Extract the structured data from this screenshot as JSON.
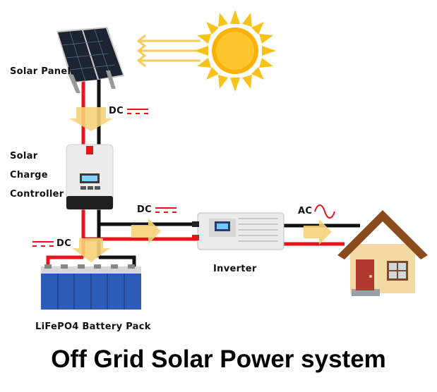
{
  "title": "Off Grid Solar Power system",
  "components": {
    "solar_panel": {
      "label": "Solar Panel"
    },
    "charge_controller": {
      "label_lines": [
        "Solar",
        "Charge",
        "Controller"
      ]
    },
    "inverter": {
      "label": "Inverter"
    },
    "battery": {
      "label": "LiFePO4 Battery Pack"
    },
    "house": {
      "label": ""
    },
    "sun": {
      "label": ""
    }
  },
  "flows": {
    "panel_to_controller": "DC",
    "controller_to_inverter": "DC",
    "controller_to_battery": "DC",
    "inverter_to_house": "AC"
  },
  "colors": {
    "positive_wire": "#e8141c",
    "negative_wire": "#111111",
    "flow_arrow": "#f7d27a",
    "sun": "#f9b20a",
    "battery": "#2d5bb8",
    "house_wall": "#f3d9a3",
    "house_roof": "#8b4a1c",
    "door": "#b03a2e"
  }
}
